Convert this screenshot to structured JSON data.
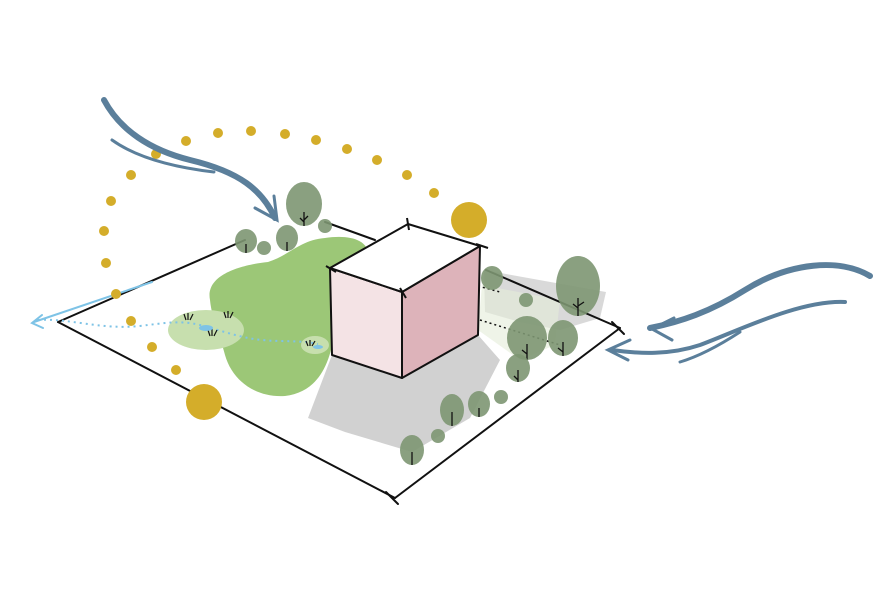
{
  "diagram": {
    "kind": "site-analysis-sketch",
    "elements": [
      "site-boundary",
      "building-massing",
      "building-shadow",
      "green-lawn",
      "pond-wetland",
      "dotted-stream",
      "tree-clusters",
      "sun-path",
      "wind-arrows",
      "runoff-arrow"
    ],
    "colors": {
      "sun": "#d4ad2a",
      "wind": "#5b7f9b",
      "runoff": "#7ec3e6",
      "lawn": "#9cc777",
      "wetland": "#c7dfae",
      "tree_canopy": "#7d9672",
      "shadow": "#c9c9c9",
      "building_left": "#f4e3e5",
      "building_right": "#ddb3ba",
      "outline": "#111111"
    }
  }
}
